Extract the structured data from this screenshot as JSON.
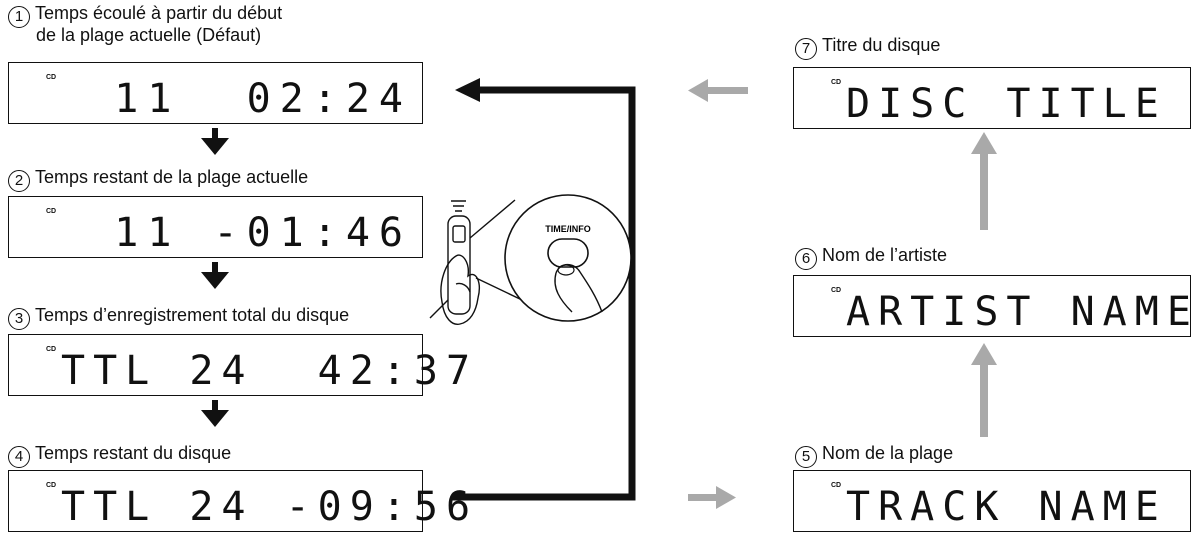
{
  "left_column": [
    {
      "number": "1",
      "caption_line1": "Temps écoulé à partir du début",
      "caption_line2": "de la plage actuelle  (Défaut)",
      "cd_label": "CD",
      "display": "11  02:24"
    },
    {
      "number": "2",
      "caption_line1": "Temps restant de la plage actuelle",
      "cd_label": "CD",
      "display": "11 -01:46"
    },
    {
      "number": "3",
      "caption_line1": "Temps d’enregistrement total du disque",
      "cd_label": "CD",
      "display": "TTL 24  42:37"
    },
    {
      "number": "4",
      "caption_line1": "Temps restant du disque",
      "cd_label": "CD",
      "display": "TTL 24 -09:56"
    }
  ],
  "right_column": [
    {
      "number": "7",
      "caption_line1": "Titre du disque",
      "cd_label": "CD",
      "display": "DISC TITLE"
    },
    {
      "number": "6",
      "caption_line1": "Nom de l’artiste",
      "cd_label": "CD",
      "display": "ARTIST NAME"
    },
    {
      "number": "5",
      "caption_line1": "Nom de la plage",
      "cd_label": "CD",
      "display": "TRACK NAME"
    }
  ],
  "remote": {
    "button_label": "TIME/INFO"
  },
  "colors": {
    "black_arrow": "#111111",
    "gray_arrow": "#a9a9a9"
  }
}
